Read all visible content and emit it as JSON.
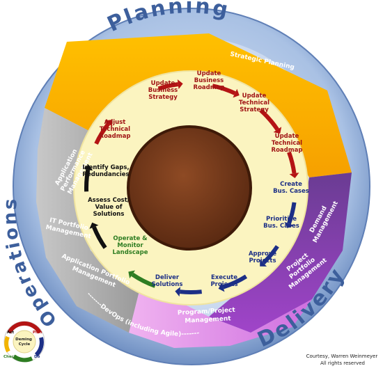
{
  "ring_words": {
    "planning": "Planning",
    "delivery": "Delivery",
    "operations": "Operations"
  },
  "segments": {
    "strategic_planning": "Strategic Planning",
    "demand_management": [
      "Demand",
      "Management"
    ],
    "project_portfolio_management": [
      "Project",
      "Portfolio",
      "Management"
    ],
    "program_project_management": [
      "Program/Project",
      "Management"
    ],
    "devops": "-------DevOps (including Agile)-------",
    "application_portfolio_management": [
      "Application Portfolio",
      "Management"
    ],
    "it_portfolio_management": [
      "IT Portfolio",
      "Management"
    ],
    "application_performance_management": [
      "Application",
      "Performance",
      "Management"
    ]
  },
  "steps": [
    {
      "lines": [
        "Update",
        "Business",
        "Strategy"
      ],
      "color": "#a01414"
    },
    {
      "lines": [
        "Update",
        "Business",
        "Roadmap"
      ],
      "color": "#a01414"
    },
    {
      "lines": [
        "Update",
        "Technical",
        "Strategy"
      ],
      "color": "#a01414"
    },
    {
      "lines": [
        "Update",
        "Technical",
        "Roadmap"
      ],
      "color": "#a01414"
    },
    {
      "lines": [
        "Create",
        "Bus. Cases"
      ],
      "color": "#1c2f86"
    },
    {
      "lines": [
        "Prioritize",
        "Bus. Cases"
      ],
      "color": "#1c2f86"
    },
    {
      "lines": [
        "Approve",
        "Projects"
      ],
      "color": "#1c2f86"
    },
    {
      "lines": [
        "Execute",
        "Projects"
      ],
      "color": "#1c2f86"
    },
    {
      "lines": [
        "Deliver",
        "Solutions"
      ],
      "color": "#1c2f86"
    },
    {
      "lines": [
        "Operate &",
        "Monitor",
        "Landscape"
      ],
      "color": "#2e7d22"
    },
    {
      "lines": [
        "Assess Cost/",
        "Value of",
        "Solutions"
      ],
      "color": "#111111"
    },
    {
      "lines": [
        "Identify Gaps,",
        "Redundancies"
      ],
      "color": "#111111"
    },
    {
      "lines": [
        "Adjust",
        "Technical",
        "Roadmap"
      ],
      "color": "#a01414"
    }
  ],
  "deming": {
    "title": [
      "Deming",
      "Cycle"
    ],
    "act": "Act",
    "plan": "Plan",
    "check": "Check",
    "do": "Do"
  },
  "credit": [
    "Courtesy, Warren Weinmeyer",
    "All rights reserved"
  ],
  "colors": {
    "outer_ring": "#9fb8de",
    "planning_segment": "#f9aa00",
    "delivery_segment": "#8c3fb0",
    "program_segment": "#e19be8",
    "operations_segment": "#a9a9a9",
    "inner_circle": "#fbf4c0",
    "core": "#7a3b1c",
    "plan_arrows": "#b41414",
    "delivery_arrows": "#1c2f86",
    "operate_arrows": "#2e7d22",
    "assess_arrows": "#111111"
  }
}
